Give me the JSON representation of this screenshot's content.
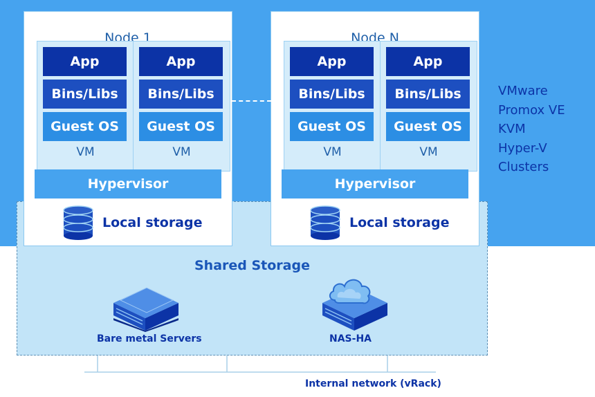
{
  "nodes": [
    {
      "title": "Node 1",
      "vms": [
        {
          "app": "App",
          "bins": "Bins/Libs",
          "guest_os": "Guest OS",
          "label": "VM"
        },
        {
          "app": "App",
          "bins": "Bins/Libs",
          "guest_os": "Guest OS",
          "label": "VM"
        }
      ],
      "hypervisor": "Hypervisor",
      "local_storage": "Local storage"
    },
    {
      "title": "Node N",
      "vms": [
        {
          "app": "App",
          "bins": "Bins/Libs",
          "guest_os": "Guest OS",
          "label": "VM"
        },
        {
          "app": "App",
          "bins": "Bins/Libs",
          "guest_os": "Guest OS",
          "label": "VM"
        }
      ],
      "hypervisor": "Hypervisor",
      "local_storage": "Local storage"
    }
  ],
  "hypervisor_list": [
    "VMware",
    "Promox VE",
    "KVM",
    "Hyper-V",
    "Clusters"
  ],
  "shared_storage": {
    "title": "Shared Storage",
    "bare_metal_label": "Bare metal Servers",
    "nas_label": "NAS-HA"
  },
  "network": {
    "label": "Internal network (vRack)"
  },
  "colors": {
    "background_blue": "#46a3ef",
    "app_layer": "#0c33a6",
    "bins_layer": "#1d4fc0",
    "guest_os_layer": "#2c8ee4",
    "shared_storage_fill": "#c2e4f8"
  }
}
